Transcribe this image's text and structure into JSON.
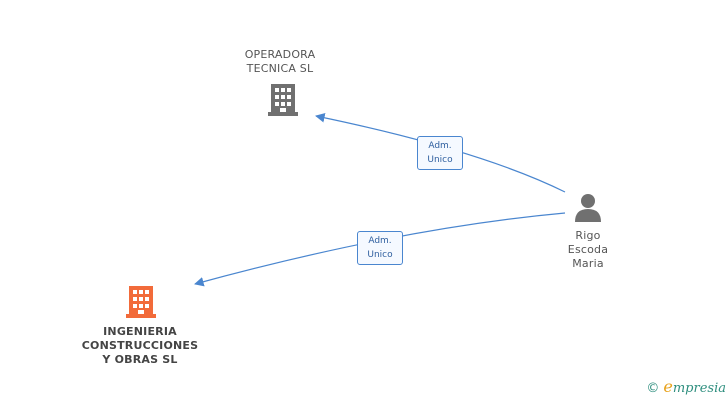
{
  "colors": {
    "edge": "#4a86cf",
    "company_gray": "#707070",
    "company_highlight": "#f26b3a",
    "person": "#707070",
    "brand_green": "#2f8f7f",
    "brand_orange": "#e8a21a"
  },
  "nodes": {
    "operadora": {
      "line1": "OPERADORA",
      "line2": "TECNICA SL",
      "icon": "building-icon"
    },
    "ingenieria": {
      "line1": "INGENIERIA",
      "line2": "CONSTRUCCIONES",
      "line3": "Y OBRAS SL",
      "icon": "building-icon"
    },
    "person": {
      "line1": "Rigo",
      "line2": "Escoda",
      "line3": "Maria",
      "icon": "person-icon"
    }
  },
  "edges": {
    "to_operadora": {
      "line1": "Adm.",
      "line2": "Unico"
    },
    "to_ingenieria": {
      "line1": "Adm.",
      "line2": "Unico"
    }
  },
  "brand": {
    "copyright": "©",
    "initial": "e",
    "rest": "mpresia"
  }
}
